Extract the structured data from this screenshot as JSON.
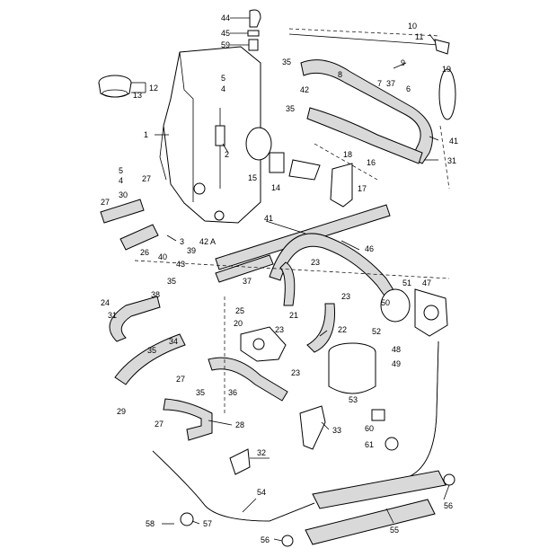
{
  "labels": {
    "l1": "1",
    "l2": "2",
    "l3": "3",
    "l4a": "4",
    "l4b": "4",
    "l5a": "5",
    "l5b": "5",
    "l6": "6",
    "l7": "7",
    "l8": "8",
    "l9": "9",
    "l10": "10",
    "l11": "11",
    "l12": "12",
    "l13": "13",
    "l14": "14",
    "l15": "15",
    "l16": "16",
    "l17": "17",
    "l18": "18",
    "l19": "19",
    "l20": "20",
    "l21": "21",
    "l22": "22",
    "l23a": "23",
    "l23b": "23",
    "l23c": "23",
    "l23d": "23",
    "l24": "24",
    "l25": "25",
    "l26": "26",
    "l27a": "27",
    "l27b": "27",
    "l27c": "27",
    "l27d": "27",
    "l28": "28",
    "l29": "29",
    "l30": "30",
    "l31a": "31",
    "l31b": "31",
    "l32": "32",
    "l33": "33",
    "l34": "34",
    "l35a": "35",
    "l35b": "35",
    "l35c": "35",
    "l35d": "35",
    "l35e": "35",
    "l36": "36",
    "l37a": "37",
    "l37b": "37",
    "l38": "38",
    "l39": "39",
    "l40": "40",
    "l41a": "41",
    "l41b": "41",
    "l42": "42",
    "l42a": "42 A",
    "l43": "43",
    "l44": "44",
    "l45": "45",
    "l46": "46",
    "l47": "47",
    "l48": "48",
    "l49": "49",
    "l50": "50",
    "l51": "51",
    "l52": "52",
    "l53": "53",
    "l54": "54",
    "l55": "55",
    "l56a": "56",
    "l56b": "56",
    "l57": "57",
    "l58": "58",
    "l59": "59",
    "l60": "60",
    "l61": "61"
  }
}
